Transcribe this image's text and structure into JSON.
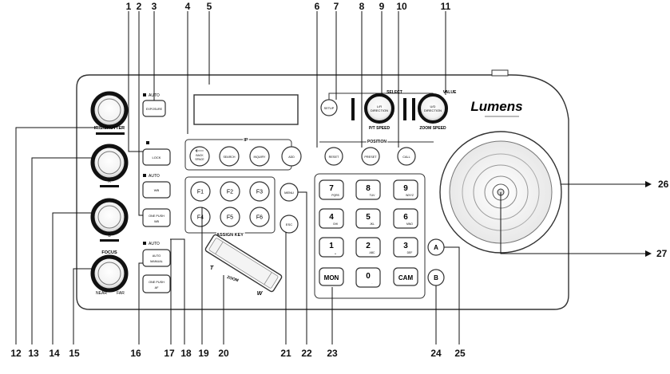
{
  "callouts": {
    "top": [
      "1",
      "2",
      "3",
      "4",
      "5",
      "6",
      "7",
      "8",
      "9",
      "10",
      "11"
    ],
    "bottom": [
      "12",
      "13",
      "14",
      "15",
      "16",
      "17",
      "18",
      "19",
      "20",
      "21",
      "22",
      "23",
      "24",
      "25"
    ],
    "right": [
      "26",
      "27"
    ]
  },
  "labels": {
    "auto": "AUTO",
    "exposure": "EXPOSURE",
    "iris_shutter": "IRIS/SHUTTER",
    "lock": "LOCK",
    "r": "R",
    "wb": "WB",
    "b": "B",
    "one_push": "ONE PUSH",
    "wb2": "WB",
    "focus": "FOCUS",
    "auto_u": "AUTO",
    "manual": "MANUAL",
    "one_push_af": "ONE PUSH",
    "af": "AF",
    "near": "NEAR",
    "far": "FAR",
    "ip": "IP",
    "back": "BACK",
    "space": "SPACE",
    "search": "SEARCH",
    "inquiry": "INQUIRY",
    "add": "ADD",
    "assign_key": "ASSIGN KEY",
    "zoom": "ZOOM",
    "t": "T",
    "w": "W",
    "menu": "MENU",
    "esc": "ESC",
    "setup": "SETUP",
    "select": "SELECT",
    "value": "VALUE",
    "lr": "L/R",
    "direction": "DIRECTION",
    "pt_speed": "P/T SPEED",
    "ud": "U/D",
    "direction2": "DIRECTION",
    "zoom_speed": "ZOOM SPEED",
    "position": "POSITION",
    "reset": "RESET",
    "preset": "PRESET",
    "call": "CALL",
    "brand": "Lumens",
    "mon": "MON",
    "cam": "CAM",
    "a": "A",
    "b_btn": "B"
  },
  "fkeys": [
    "F1",
    "F2",
    "F3",
    "F4",
    "F5",
    "F6"
  ],
  "keypad": [
    {
      "num": "7",
      "sub": "PQRS"
    },
    {
      "num": "8",
      "sub": "TUV"
    },
    {
      "num": "9",
      "sub": "WXYZ"
    },
    {
      "num": "4",
      "sub": "GHI"
    },
    {
      "num": "5",
      "sub": "JKL"
    },
    {
      "num": "6",
      "sub": "MNO"
    },
    {
      "num": "1",
      "sub": "␣"
    },
    {
      "num": "2",
      "sub": "ABC"
    },
    {
      "num": "3",
      "sub": "DEF"
    },
    {
      "num": "0",
      "sub": "."
    }
  ],
  "colors": {
    "ink": "#111111",
    "panel": "#ffffff",
    "line": "#333333"
  }
}
